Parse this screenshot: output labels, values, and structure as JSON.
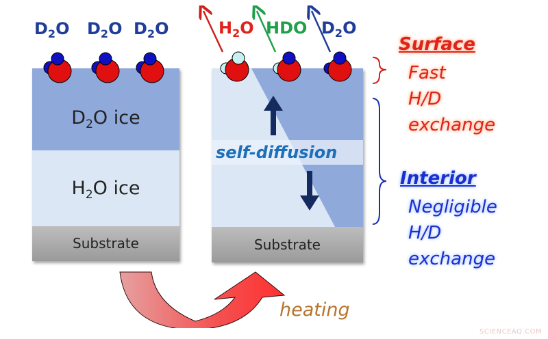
{
  "left_panel": {
    "molecule_labels": [
      {
        "main": "D",
        "sub": "2",
        "end": "O"
      },
      {
        "main": "D",
        "sub": "2",
        "end": "O"
      },
      {
        "main": "D",
        "sub": "2",
        "end": "O"
      }
    ],
    "layers": {
      "top": {
        "main": "D",
        "sub": "2",
        "end": "O ice"
      },
      "bottom": {
        "main": "H",
        "sub": "2",
        "end": "O ice"
      },
      "substrate": "Substrate"
    }
  },
  "right_panel": {
    "desorbing_labels": [
      {
        "main": "H",
        "sub": "2",
        "end": "O",
        "color": "#e0231a"
      },
      {
        "main": "HDO",
        "sub": "",
        "end": "",
        "color": "#1fa04a"
      },
      {
        "main": "D",
        "sub": "2",
        "end": "O",
        "color": "#1f3d99"
      }
    ],
    "process_label": "self-diffusion",
    "substrate": "Substrate"
  },
  "transition": {
    "label": "heating"
  },
  "annotations": {
    "surface": {
      "heading": "Surface",
      "lines": [
        "Fast",
        "H/D",
        "exchange"
      ]
    },
    "interior": {
      "heading": "Interior",
      "lines": [
        "Negligible",
        "H/D",
        "exchange"
      ]
    }
  },
  "colors": {
    "oxygen": "#e01010",
    "deuterium": "#1010c0",
    "hydrogen": "#c8f0f0",
    "d2o_ice": "#8fa9db",
    "h2o_ice": "#dce7f5"
  },
  "watermark": "SCIENCEAQ.COM"
}
